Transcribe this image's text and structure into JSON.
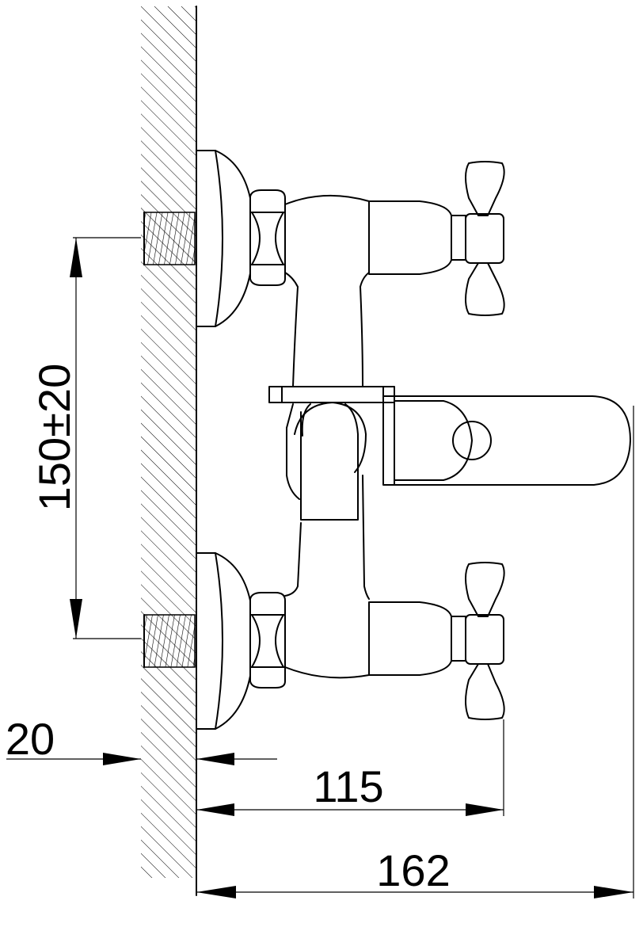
{
  "dimensions": {
    "wall_offset": "20",
    "axis_spacing": "150±20",
    "handle_projection": "115",
    "total_projection": "162"
  }
}
